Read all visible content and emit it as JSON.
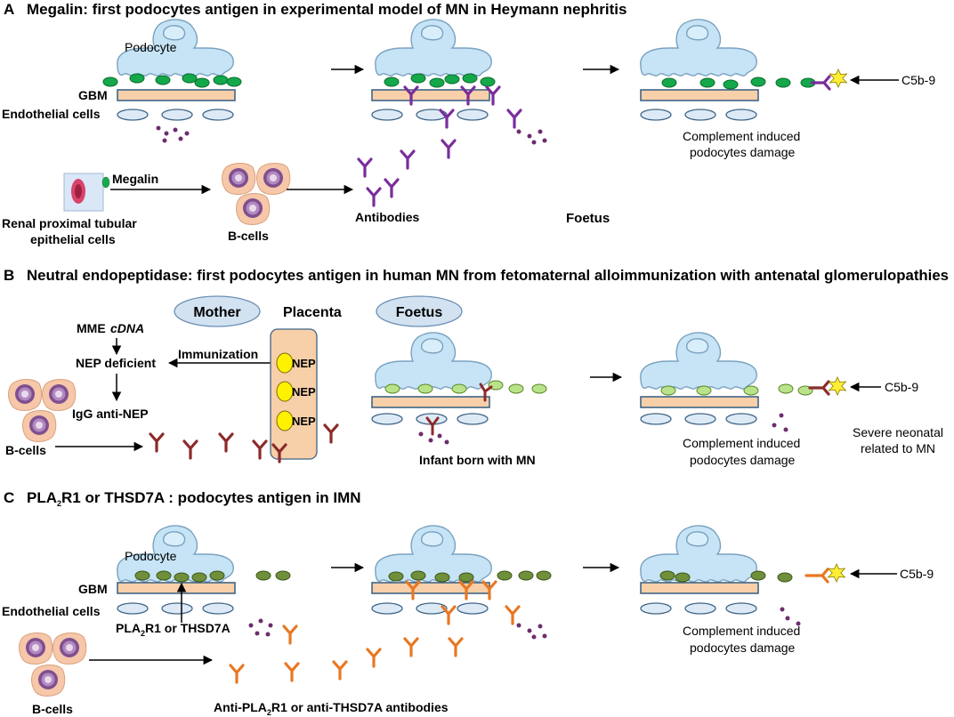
{
  "colors": {
    "podocyte": "#c6e4f6",
    "podocyte_stroke": "#7aa2c0",
    "gbm": "#f7cfa9",
    "gbm_stroke": "#3f6587",
    "endothelium": "#ddeaf6",
    "antigen_a": "#14a84a",
    "antigen_b": "#b9e38a",
    "antigen_c": "#6f8f3b",
    "antibody_a": "#7a2d9c",
    "antibody_b": "#8c2a2a",
    "antibody_c": "#e87722",
    "star": "#ffee33",
    "dots": "#6d2d6d",
    "bcell_outer": "#f6c7a8",
    "bcell_nucleus": "#7f4f8f",
    "bubble": "#d2e2f1"
  },
  "icons": [
    "podocyte",
    "gbm",
    "endothelial-cell",
    "antigen",
    "antibody",
    "complement-star",
    "b-cell",
    "arrow"
  ],
  "panels": {
    "a": {
      "letter": "A",
      "title": "Megalin: first podocytes antigen in experimental model of MN in Heymann nephritis",
      "podocyte_label": "Podocyte",
      "gbm_label": "GBM",
      "endothelial_label": "Endothelial cells",
      "megalin_label": "Megalin",
      "tubular_label_line1": "Renal proximal tubular",
      "tubular_label_line2": "epithelial cells",
      "bcells_label": "B-cells",
      "antibodies_label": "Antibodies",
      "foetus_label": "Foetus",
      "c5b9_label": "C5b-9",
      "damage_line1": "Complement induced",
      "damage_line2": "podocytes damage"
    },
    "b": {
      "letter": "B",
      "title": "Neutral endopeptidase: first podocytes antigen in human MN from fetomaternal alloimmunization with antenatal glomerulopathies",
      "mother_label": "Mother",
      "placenta_label": "Placenta",
      "foetus_label": "Foetus",
      "mme_label": "MME",
      "cdna_label": "cDNA",
      "nep_deficient_label": "NEP deficient",
      "immunization_label": "Immunization",
      "igg_label": "IgG anti-NEP",
      "bcells_label": "B-cells",
      "nep_labels": [
        "NEP",
        "NEP",
        "NEP"
      ],
      "infant_label": "Infant born with MN",
      "c5b9_label": "C5b-9",
      "damage_line1": "Complement induced",
      "damage_line2": "podocytes damage",
      "severe_line1": "Severe neonatal",
      "severe_line2": "related to MN"
    },
    "c": {
      "letter": "C",
      "title_prefix": "PLA",
      "title_sub": "2",
      "title_suffix": "R1 or THSD7A : podocytes antigen in IMN",
      "podocyte_label": "Podocyte",
      "gbm_label": "GBM",
      "endothelial_label": "Endothelial cells",
      "antigen_prefix": "PLA",
      "antigen_sub": "2",
      "antigen_suffix": "R1 or THSD7A",
      "bcells_label": "B-cells",
      "antibodies_prefix": "Anti-PLA",
      "antibodies_sub": "2",
      "antibodies_suffix": "R1 or anti-THSD7A antibodies",
      "c5b9_label": "C5b-9",
      "damage_line1": "Complement induced",
      "damage_line2": "podocytes damage"
    }
  }
}
